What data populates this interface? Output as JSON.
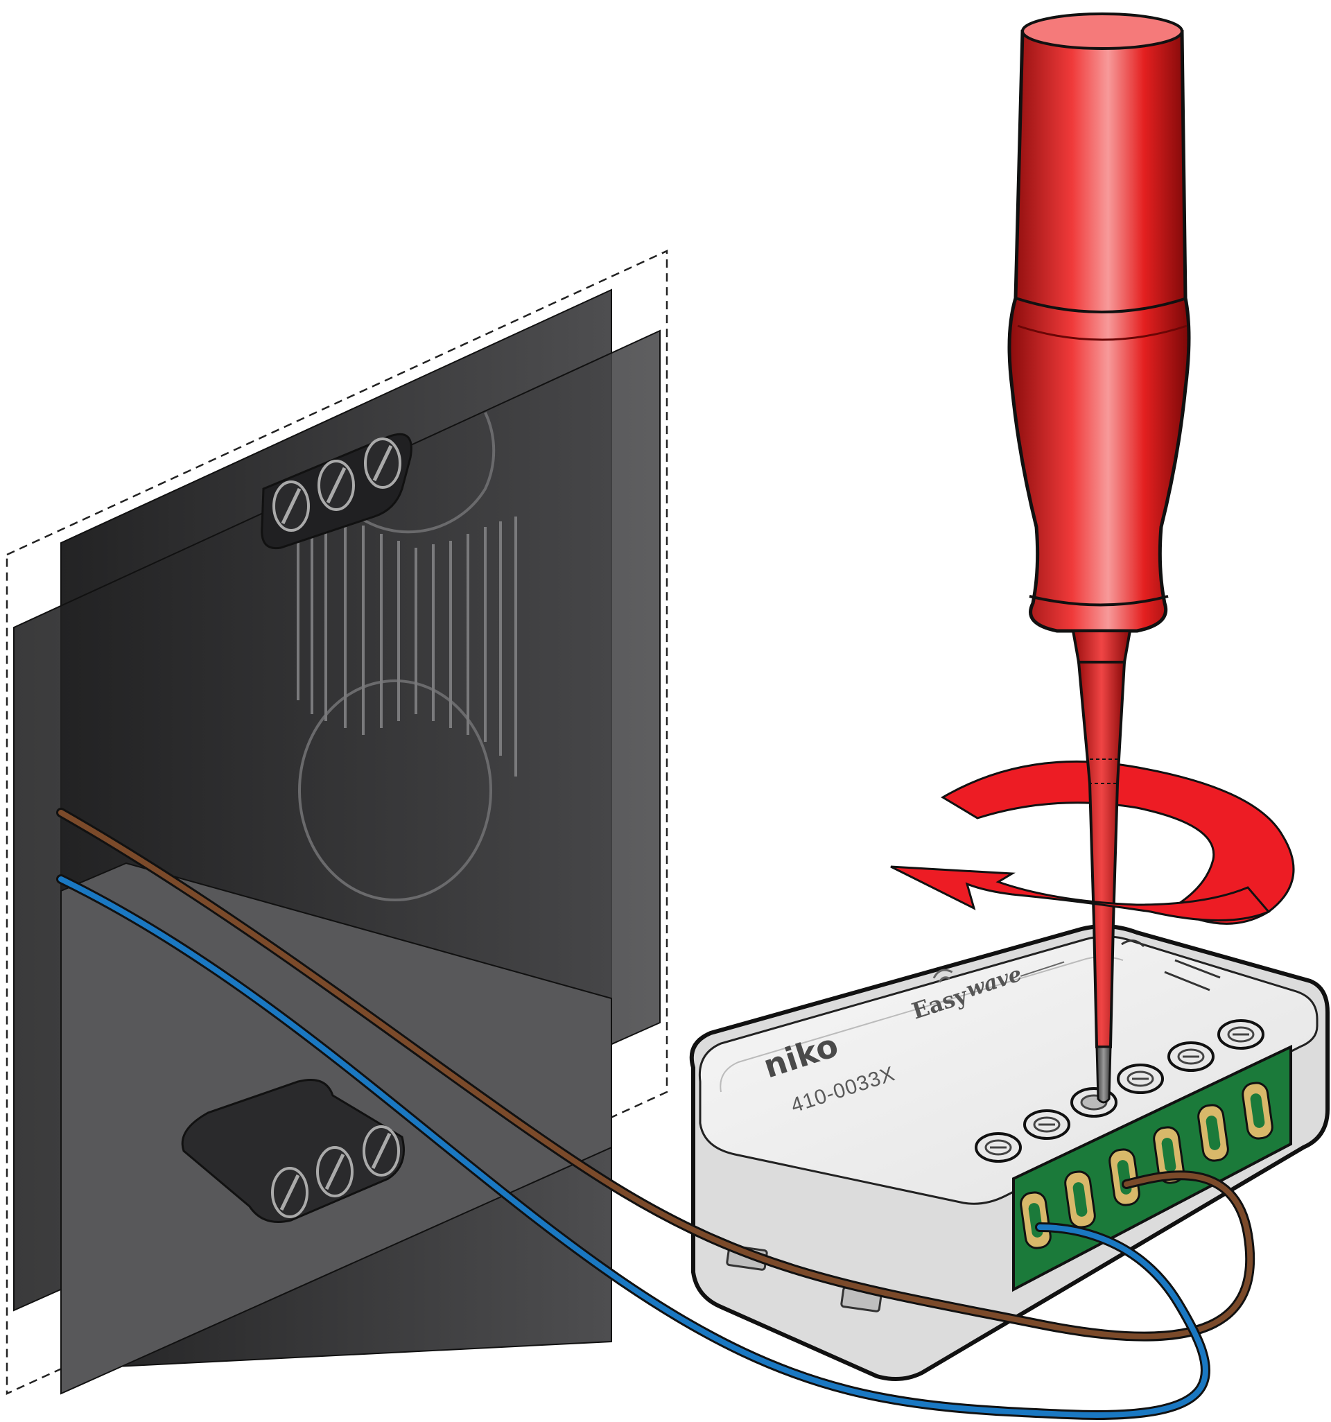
{
  "device": {
    "brand": "niko",
    "model": "410-0033X",
    "logo_word1": "Easy",
    "logo_word2": "wave"
  },
  "colors": {
    "screwdriver": "#e02020",
    "rotation_arrow": "#ed1c24",
    "wall_box": "#333335",
    "device_body": "#ececec",
    "terminal_block": "#1b7a3a",
    "wire_brown": "#7b4a2a",
    "wire_blue": "#1a78c2"
  },
  "icons": {
    "rotation": "rotate-clockwise-arrow-icon",
    "tool": "screwdriver-icon"
  }
}
